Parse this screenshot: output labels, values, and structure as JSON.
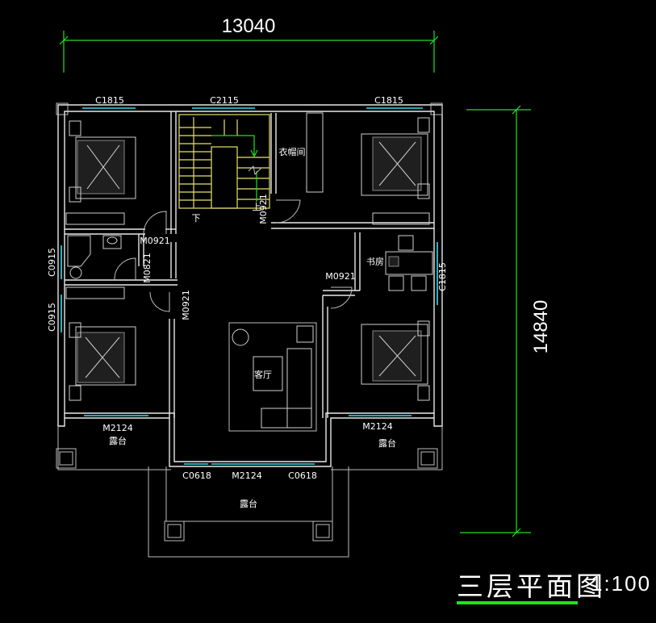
{
  "dimensions": {
    "width": "13040",
    "height": "14840"
  },
  "title": {
    "text": "三层平面图",
    "scale": "1:100"
  },
  "windows": {
    "top_left": "C1815",
    "top_center": "C2115",
    "top_right": "C1815",
    "right_study": "C1815",
    "left_bath": "C0915",
    "left_bed": "C0915",
    "bottom_left": "C0618",
    "bottom_right": "C0618"
  },
  "doors": {
    "bed_tl": "M0921",
    "bath": "M0821",
    "bed_bl": "M0921",
    "wardrobe": "M0921",
    "study": "M0921",
    "balcony_left": "M2124",
    "balcony_right": "M2124",
    "balcony_center": "M2124"
  },
  "rooms": {
    "wardrobe": "衣帽间",
    "study": "书房",
    "living": "客厅",
    "balcony_left": "露台",
    "balcony_right": "露台",
    "balcony_center": "露台",
    "stair_down": "下",
    "stair_up": "上"
  },
  "colors": {
    "dimension_line": "#20e020",
    "window": "#3fd9ee",
    "stair": "#e8e070",
    "title_underline": "#1de31d"
  }
}
